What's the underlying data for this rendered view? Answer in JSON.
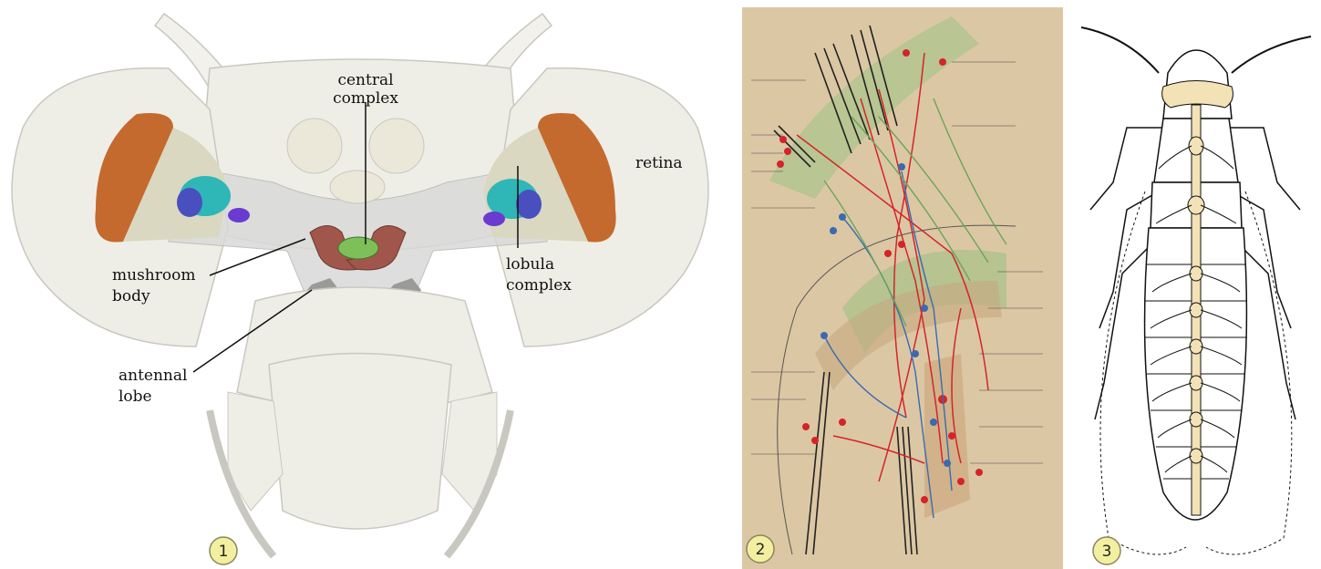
{
  "panels": [
    {
      "number": "1",
      "labels": {
        "central_complex": [
          "central",
          "complex"
        ],
        "retina": "retina",
        "mushroom_body": [
          "mushroom",
          "body"
        ],
        "lobula_complex": [
          "lobula",
          "complex"
        ],
        "antennal_lobe": [
          "antennal",
          "lobe"
        ]
      }
    },
    {
      "number": "2"
    },
    {
      "number": "3"
    }
  ],
  "colors": {
    "head_fill": "#efeee6",
    "brain_fill": "#d9d9d9",
    "retina": "#c46a2e",
    "optic_lobe": "#dad8c0",
    "lobula": "#2fb6b6",
    "lobula_dark": "#4a4fbf",
    "mushroom": "#a0564a",
    "central": "#7fbf5a",
    "plate_bg": "#dcc7a4",
    "neuron_red": "#d4242a",
    "neuron_blue": "#3a6ab0",
    "neuron_green": "#6aa55a",
    "badge_fill": "#f2efa0",
    "nerve_cord": "#f3e2b5"
  },
  "icons": [
    "number-badge-icon"
  ]
}
